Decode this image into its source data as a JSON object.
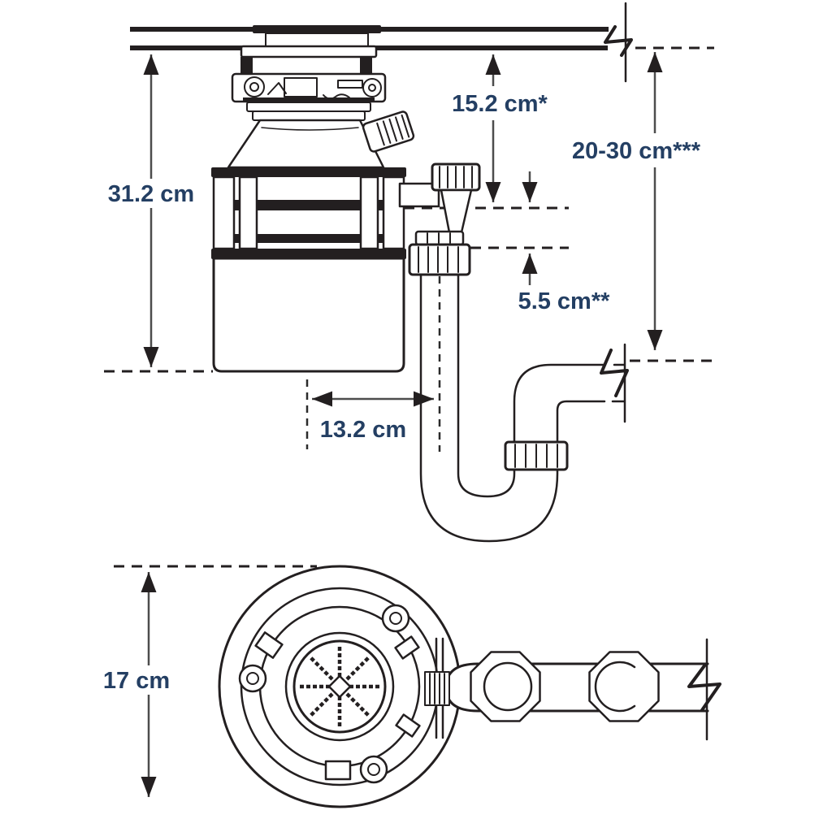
{
  "figure": {
    "kind": "food-waste-disposer installation dimensions diagram",
    "views": {
      "side": {
        "labels": {
          "unit_height": "31.2 cm",
          "counter_to_outlet": "15.2 cm*",
          "counter_to_drain_range": "20-30 cm***",
          "outlet_drop": "5.5 cm**",
          "center_offset": "13.2 cm"
        }
      },
      "bottom": {
        "labels": {
          "mount_diameter": "17 cm"
        }
      }
    },
    "colors": {
      "line": "#231f20",
      "dimension_text": "#243f63",
      "background": "#ffffff"
    }
  }
}
